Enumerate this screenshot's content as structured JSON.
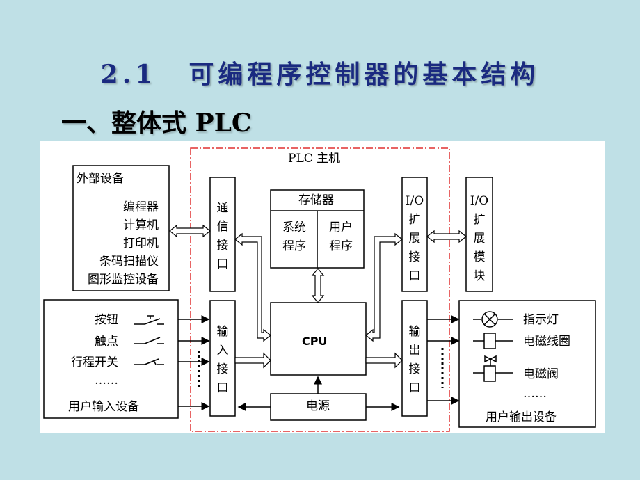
{
  "slide": {
    "section_number": "2.1",
    "title": "可编程序控制器的基本结构",
    "subtitle": "一、整体式 PLC"
  },
  "diagram": {
    "plc_main_label": "PLC 主机",
    "external_devices": {
      "heading": "外部设备",
      "items": [
        "编程器",
        "计算机",
        "打印机",
        "条码扫描仪",
        "图形监控设备"
      ]
    },
    "comm_interface": "通\n信\n接\n口",
    "memory": {
      "title": "存储器",
      "system_program": "系统\n程序",
      "user_program": "用户\n程序"
    },
    "io_ext_interface": "I/O\n扩\n展\n接\n口",
    "io_ext_module": "I/O\n扩\n展\n模\n块",
    "input_interface": "输\n入\n接\n口",
    "output_interface": "输\n出\n接\n口",
    "cpu": "CPU",
    "power": "电源",
    "user_input_devices": {
      "items": [
        "按钮",
        "触点",
        "行程开关",
        "……"
      ],
      "footer": "用户输入设备"
    },
    "user_output_devices": {
      "items": [
        "指示灯",
        "电磁线圈",
        "电磁阀",
        "……"
      ],
      "footer": "用户输出设备"
    },
    "colors": {
      "background": "#bfe0e6",
      "title": "#1a2a80",
      "dashed_border": "#e03030",
      "lines": "#000000"
    }
  }
}
